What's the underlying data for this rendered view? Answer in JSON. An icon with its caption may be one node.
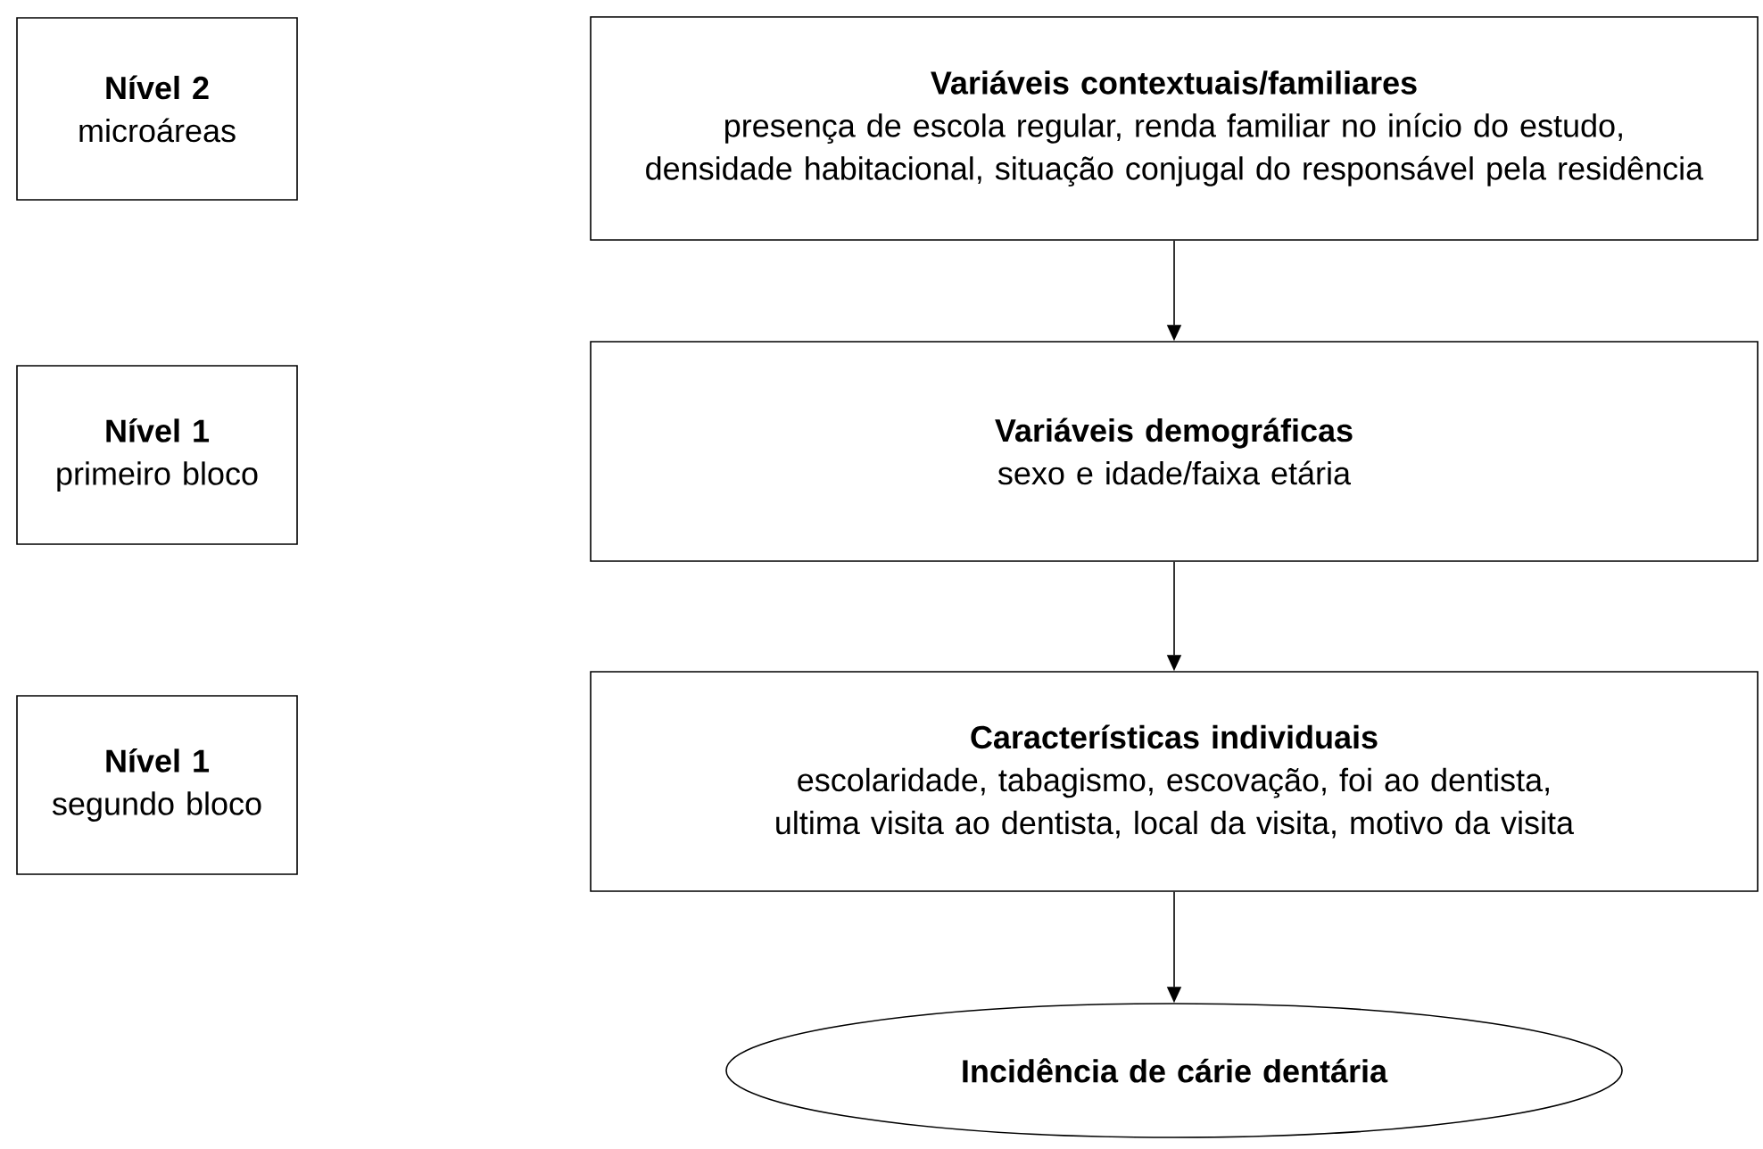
{
  "diagram": {
    "nodes": [
      {
        "text": [
          "Nível 2",
          "microáreas"
        ]
      },
      {
        "text": [
          "Variáveis contextuais/familiares",
          "presença de escola regular, renda familiar no início do estudo, densidade habitacional, situação conjugal do responsável pela residência"
        ]
      },
      {
        "text": [
          "Nível 1",
          "primeiro bloco"
        ]
      },
      {
        "text": [
          "Variáveis demográficas",
          "sexo e idade/faixa etária"
        ]
      },
      {
        "text": [
          "Nível 1",
          "segundo bloco"
        ]
      },
      {
        "text": [
          "Características individuais",
          "escolaridade, tabagismo, escovação, foi ao dentista, ultima visita ao dentista, local da visita, motivo da visita"
        ]
      },
      {
        "text": [
          "Incidência de cárie dentária"
        ]
      }
    ],
    "edges": [
      {
        "from": 1,
        "to": 3,
        "arrow": "to"
      },
      {
        "from": 3,
        "to": 5,
        "arrow": "to"
      },
      {
        "from": 5,
        "to": 6,
        "arrow": "to"
      }
    ]
  }
}
